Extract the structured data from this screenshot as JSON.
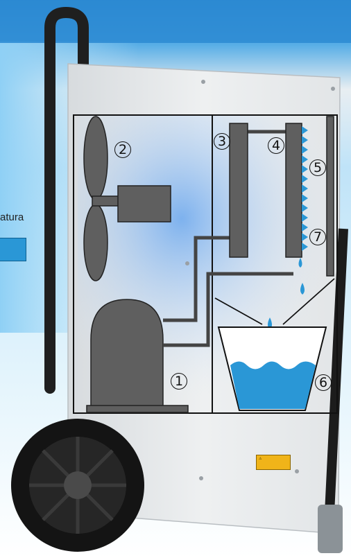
{
  "sidebar": {
    "partial_label": "atura"
  },
  "diagram": {
    "labels": [
      "1",
      "2",
      "3",
      "4",
      "5",
      "6",
      "7"
    ]
  },
  "sticker": {
    "text": "⚠"
  },
  "colors": {
    "water": "#2a97d6",
    "component": "#5f5f5f",
    "background_top": "#2d88d0",
    "background_mid": "#8fd0f5",
    "device_body": "#e9ebec",
    "handle": "#1f1f1f",
    "wheel": "#141414"
  }
}
